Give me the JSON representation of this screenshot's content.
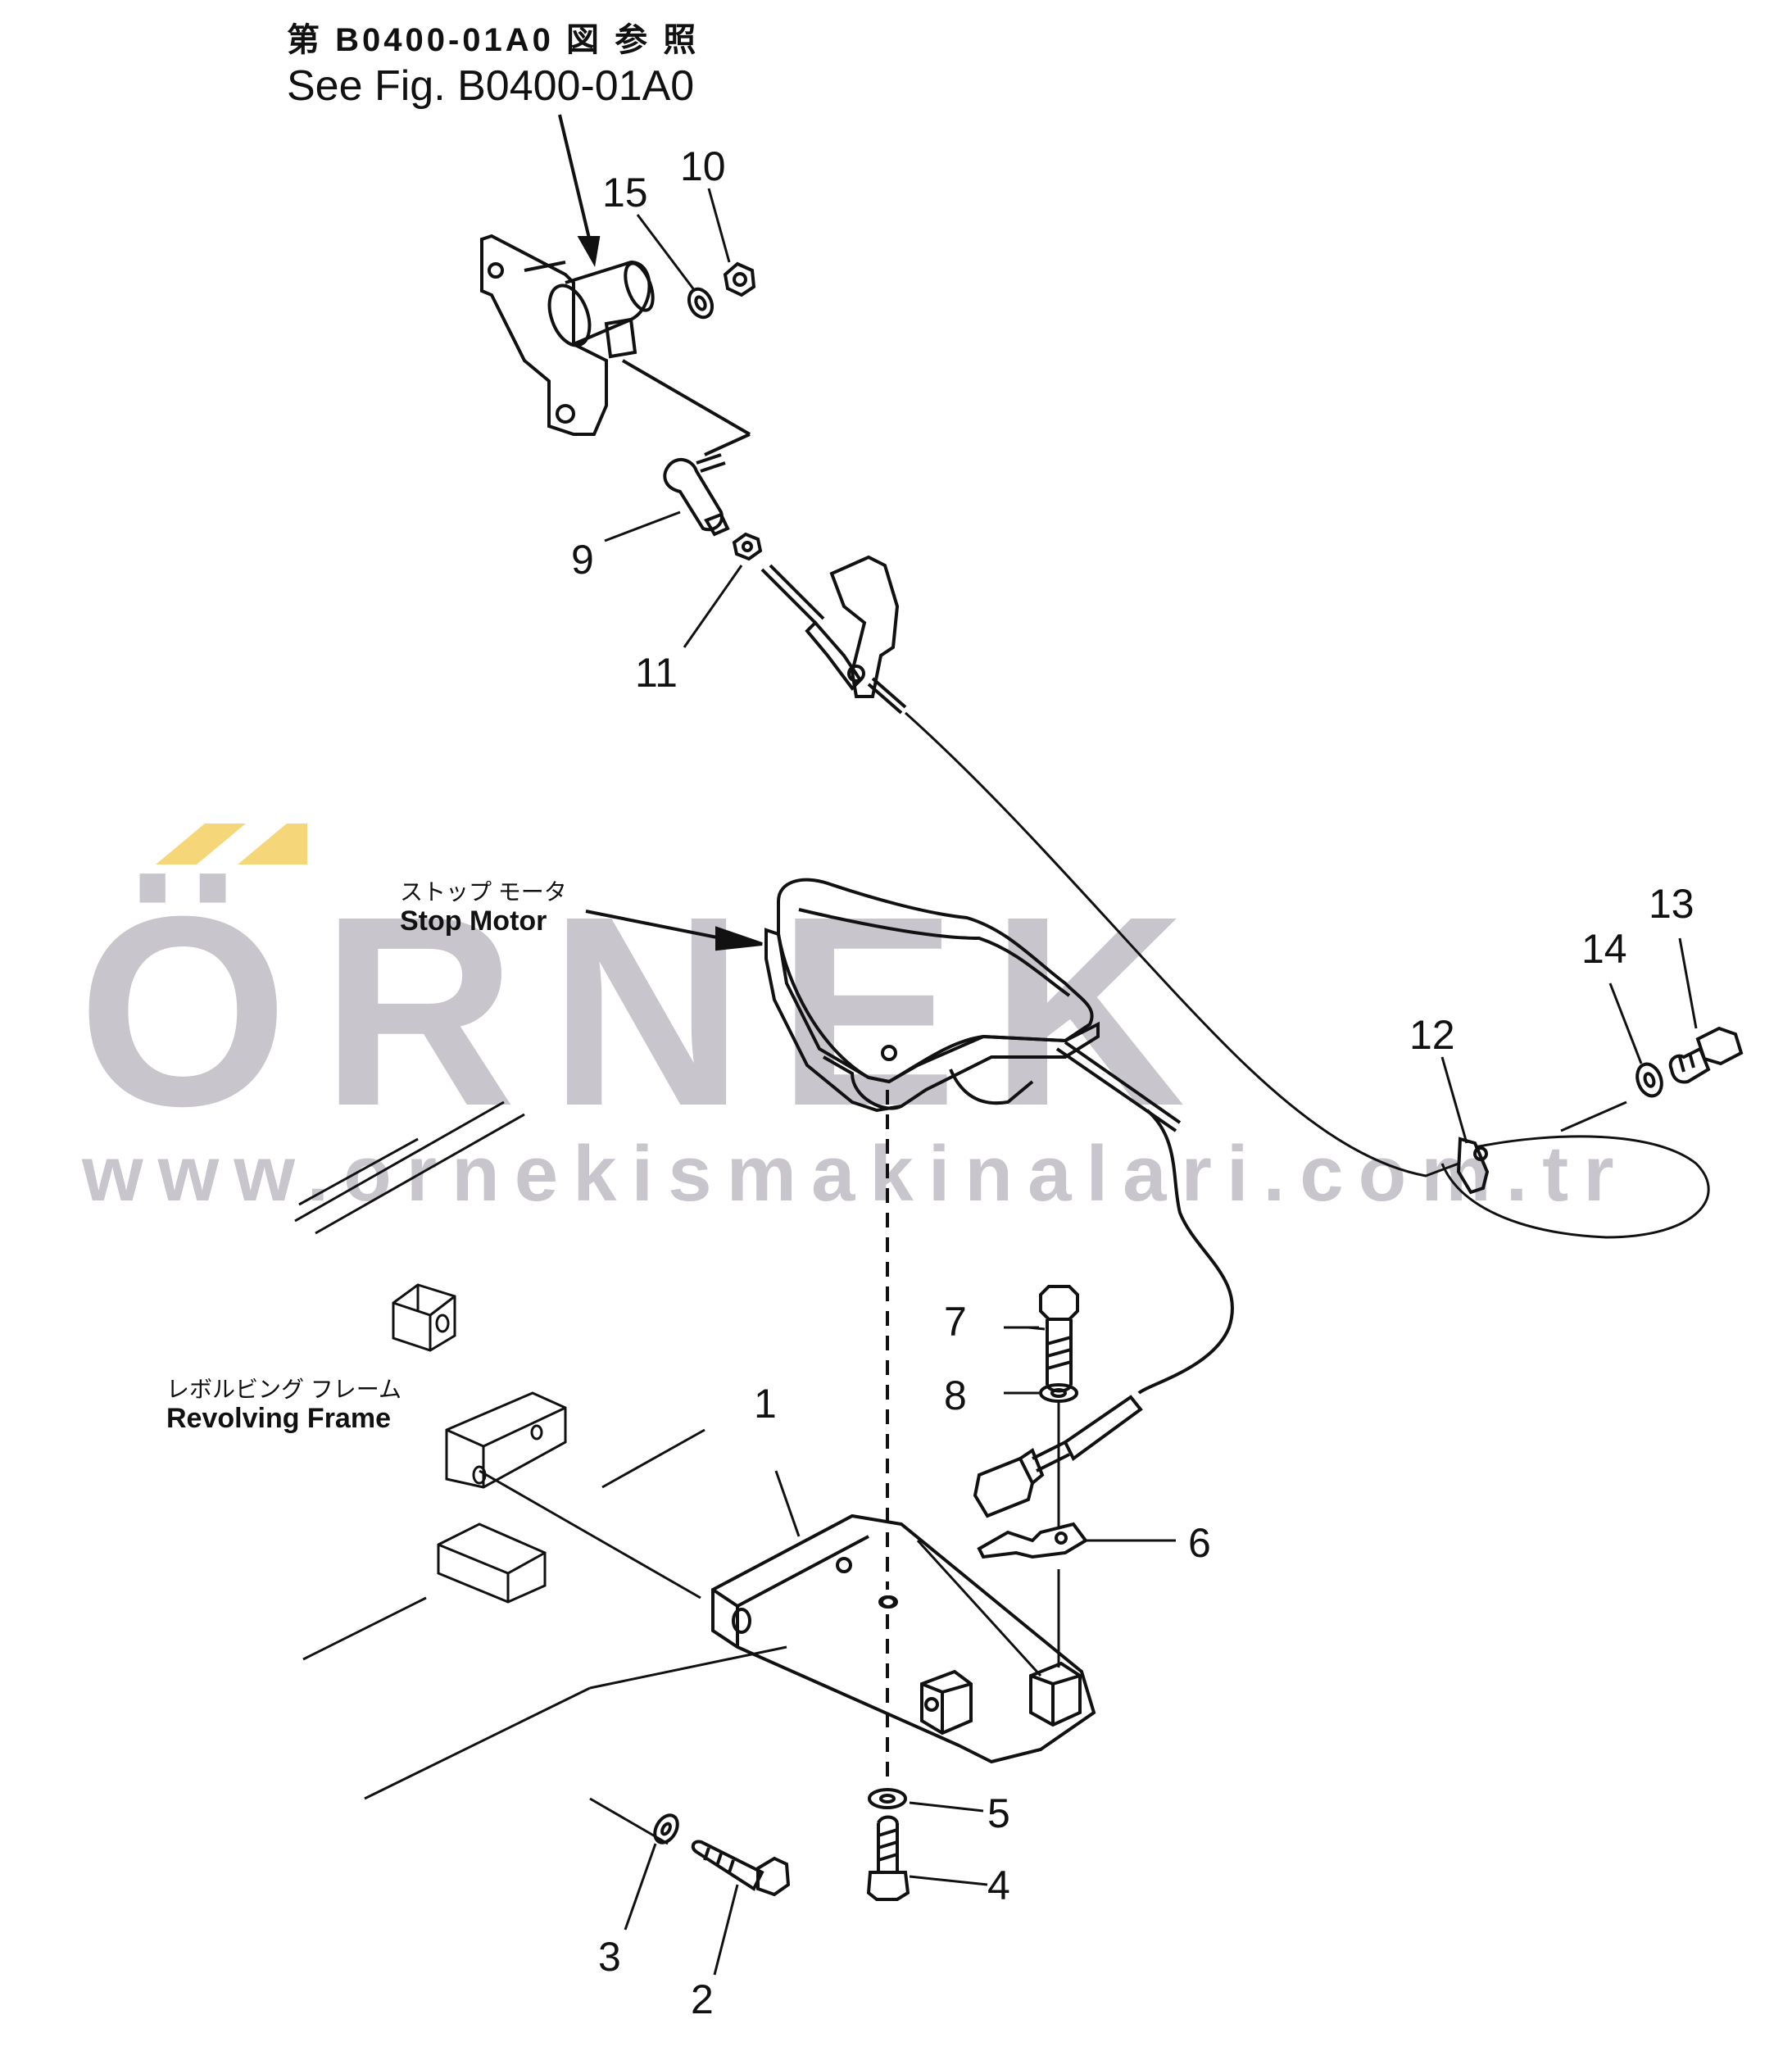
{
  "reference": {
    "jp": "第 B0400-01A0 図 参 照",
    "en": "See Fig. B0400-01A0"
  },
  "notes": {
    "stop_motor_jp": "ストップ モータ",
    "stop_motor_en": "Stop Motor",
    "revolving_frame_jp": "レボルビング フレーム",
    "revolving_frame_en": "Revolving Frame"
  },
  "watermark": {
    "brand": "ÖRNEK",
    "url": "www.ornekismakinalari.com.tr",
    "gray": "#c8c5cc",
    "accent": "#f5d77a"
  },
  "part_numbers": {
    "p1": "1",
    "p2": "2",
    "p3": "3",
    "p4": "4",
    "p5": "5",
    "p6": "6",
    "p7": "7",
    "p8": "8",
    "p9": "9",
    "p10": "10",
    "p11": "11",
    "p12": "12",
    "p13": "13",
    "p14": "14",
    "p15": "15"
  },
  "colors": {
    "ink": "#111111",
    "paper": "#ffffff"
  }
}
